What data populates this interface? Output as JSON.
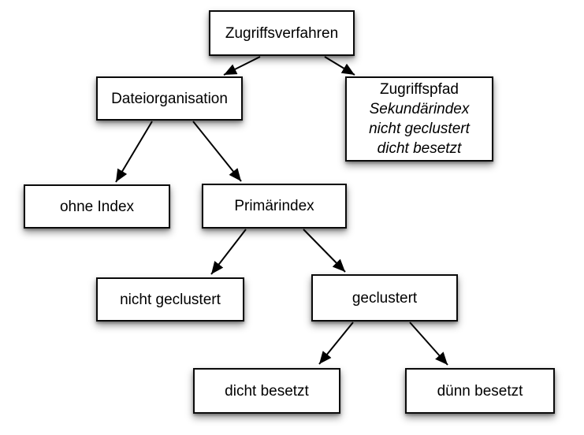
{
  "diagram": {
    "background_color": "#ffffff",
    "node_fill_color": "#ffffff",
    "node_border_color": "#000000",
    "text_color": "#000000",
    "arrow_color": "#000000",
    "nodes": {
      "zugriffsverfahren": {
        "label": "Zugriffsverfahren"
      },
      "dateiorganisation": {
        "label": "Dateiorganisation"
      },
      "zugriffspfad": {
        "line1": "Zugriffspfad",
        "line2": "Sekundärindex",
        "line3": "nicht geclustert",
        "line4": "dicht besetzt"
      },
      "ohne_index": {
        "label": "ohne Index"
      },
      "primaerindex": {
        "label": "Primärindex"
      },
      "nicht_geclustert": {
        "label": "nicht geclustert"
      },
      "geclustert": {
        "label": "geclustert"
      },
      "dicht_besetzt": {
        "label": "dicht besetzt"
      },
      "duenn_besetzt": {
        "label": "dünn besetzt"
      }
    },
    "edges": [
      {
        "from": "zugriffsverfahren",
        "to": "dateiorganisation"
      },
      {
        "from": "zugriffsverfahren",
        "to": "zugriffspfad"
      },
      {
        "from": "dateiorganisation",
        "to": "ohne_index"
      },
      {
        "from": "dateiorganisation",
        "to": "primaerindex"
      },
      {
        "from": "primaerindex",
        "to": "nicht_geclustert"
      },
      {
        "from": "primaerindex",
        "to": "geclustert"
      },
      {
        "from": "geclustert",
        "to": "dicht_besetzt"
      },
      {
        "from": "geclustert",
        "to": "duenn_besetzt"
      }
    ]
  }
}
